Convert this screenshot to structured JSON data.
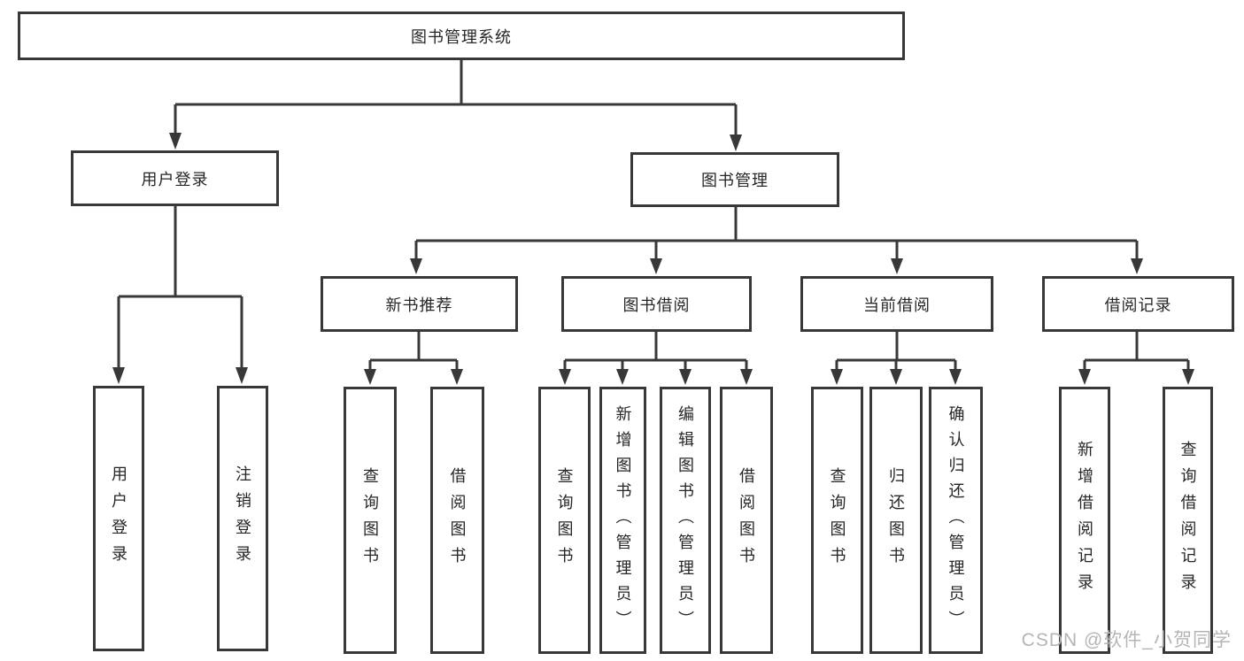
{
  "diagram": {
    "title": "图书管理系统",
    "watermark": "CSDN @软件_小贺同学",
    "colors": {
      "line": "#383838",
      "text": "#262626",
      "watermark": "#b5b5b5",
      "background": "#ffffff"
    },
    "nodes": {
      "root": {
        "label": "图书管理系统"
      },
      "user_login": {
        "label": "用户登录"
      },
      "book_mgmt": {
        "label": "图书管理"
      },
      "new_book_rec": {
        "label": "新书推荐"
      },
      "book_borrow": {
        "label": "图书借阅"
      },
      "current_borrow": {
        "label": "当前借阅"
      },
      "borrow_record": {
        "label": "借阅记录"
      },
      "leaf_user_login": {
        "label": "用户登录"
      },
      "leaf_logout": {
        "label": "注销登录"
      },
      "leaf_query_book_1": {
        "label": "查询图书"
      },
      "leaf_borrow_book_1": {
        "label": "借阅图书"
      },
      "leaf_query_book_2": {
        "label": "查询图书"
      },
      "leaf_add_book": {
        "label": "新增图书（管理员）"
      },
      "leaf_edit_book": {
        "label": "编辑图书（管理员）"
      },
      "leaf_borrow_book_2": {
        "label": "借阅图书"
      },
      "leaf_query_book_3": {
        "label": "查询图书"
      },
      "leaf_return_book": {
        "label": "归还图书"
      },
      "leaf_confirm_return": {
        "label": "确认归还（管理员）"
      },
      "leaf_add_record": {
        "label": "新增借阅记录"
      },
      "leaf_query_record": {
        "label": "查询借阅记录"
      }
    },
    "structure_note": "root > [user_login > 2 leaves] , [book_mgmt > new_book_rec(2), book_borrow(4), current_borrow(3), borrow_record(2)]"
  }
}
